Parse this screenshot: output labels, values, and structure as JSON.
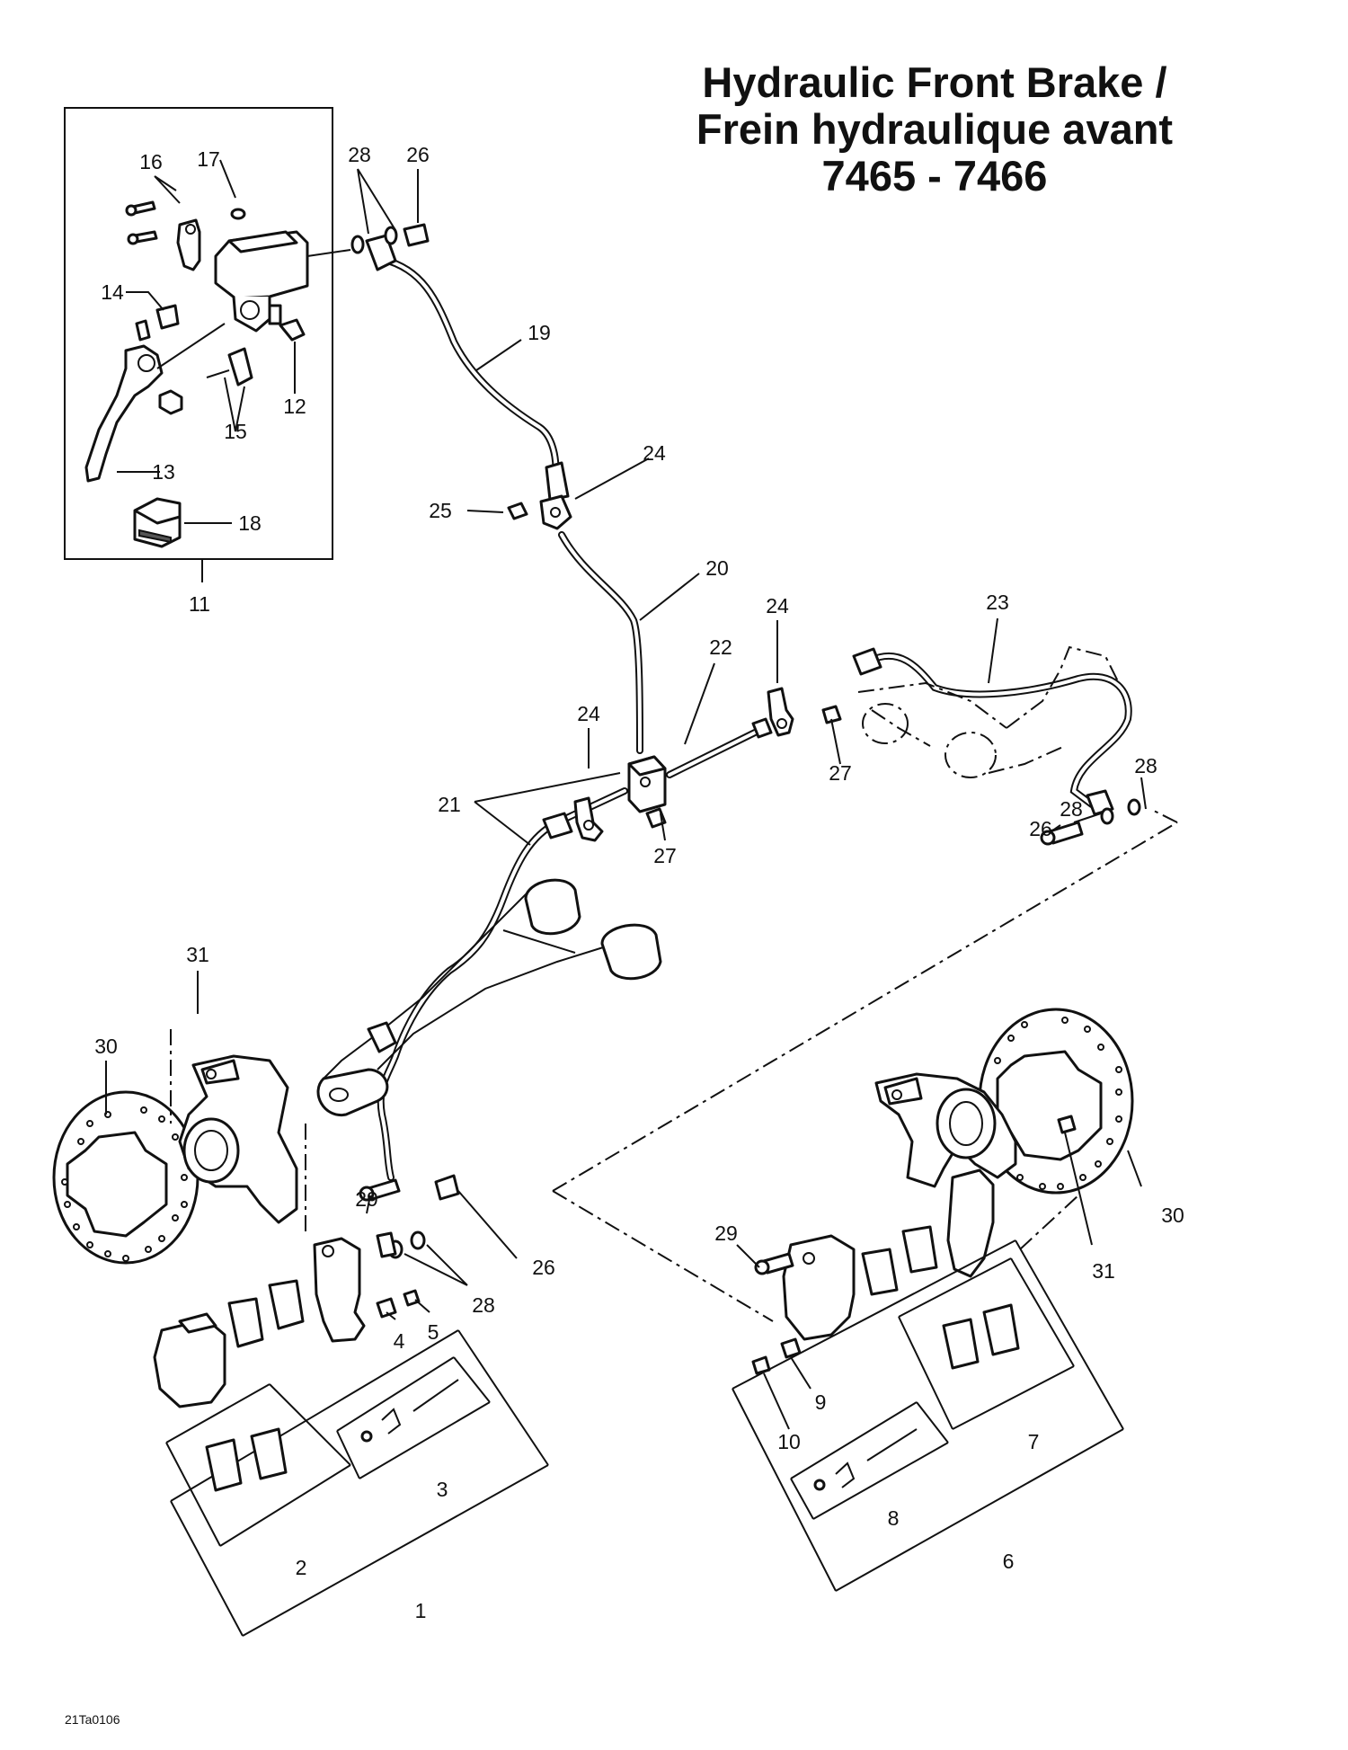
{
  "title": {
    "line1": "Hydraulic Front Brake /",
    "line2": "Frein hydraulique avant",
    "line3": "7465 - 7466"
  },
  "figure_code": "21Ta0106",
  "callouts": [
    "1",
    "2",
    "3",
    "4",
    "5",
    "6",
    "7",
    "8",
    "9",
    "10",
    "11",
    "12",
    "13",
    "14",
    "15",
    "16",
    "17",
    "18",
    "19",
    "20",
    "21",
    "22",
    "23",
    "24",
    "24",
    "24",
    "25",
    "26",
    "26",
    "26",
    "27",
    "27",
    "28",
    "28",
    "28",
    "28",
    "29",
    "29",
    "30",
    "30",
    "31",
    "31"
  ]
}
